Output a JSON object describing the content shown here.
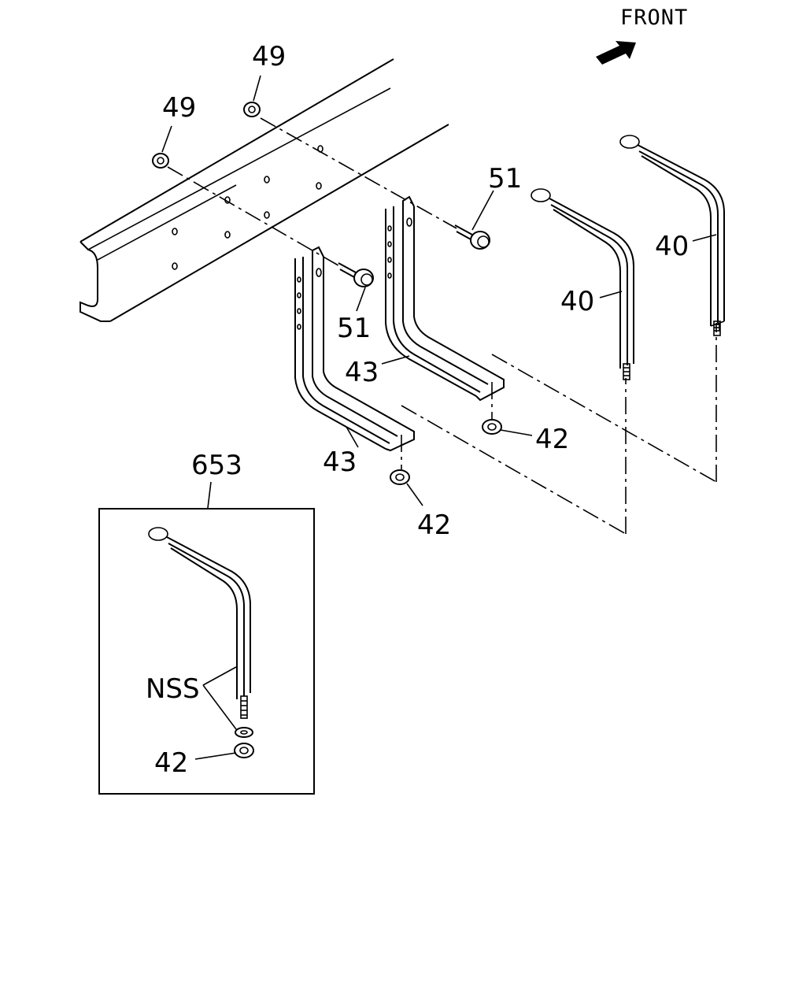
{
  "direction_label": "FRONT",
  "callouts": {
    "nut_49_upper": "49",
    "nut_49_lower": "49",
    "bolt_51_right": "51",
    "bolt_51_left": "51",
    "strap_40_right": "40",
    "strap_40_left": "40",
    "bracket_43_right": "43",
    "bracket_43_left": "43",
    "nut_42_right": "42",
    "nut_42_left": "42",
    "assembly_653": "653",
    "inset_nss": "NSS",
    "inset_nut_42": "42"
  },
  "icons": {
    "front_arrow": "front-arrow-icon"
  }
}
